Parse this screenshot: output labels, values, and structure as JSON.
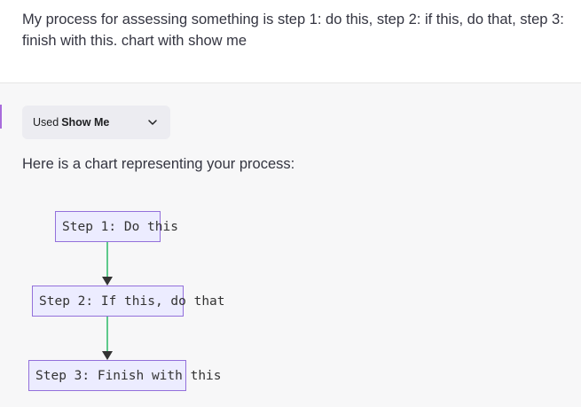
{
  "user_message": {
    "text": "My process for assessing something is step 1: do this, step 2: if this, do that, step 3: finish with this. chart with show me"
  },
  "assistant_message": {
    "plugin": {
      "used_label": "Used",
      "plugin_name": "Show Me",
      "icon": "chevron-down-icon"
    },
    "intro_text": "Here is a chart representing your process:",
    "flowchart": {
      "nodes": [
        {
          "id": "step1",
          "label": "Step 1: Do this"
        },
        {
          "id": "step2",
          "label": "Step 2: If this, do that"
        },
        {
          "id": "step3",
          "label": "Step 3: Finish with this"
        }
      ],
      "edges": [
        {
          "from": "step1",
          "to": "step2"
        },
        {
          "from": "step2",
          "to": "step3"
        }
      ]
    }
  },
  "colors": {
    "node_fill": "#ececff",
    "node_border": "#9370db",
    "edge_line": "#5ec98b",
    "arrow_head": "#333333",
    "accent": "#a86cdb"
  }
}
